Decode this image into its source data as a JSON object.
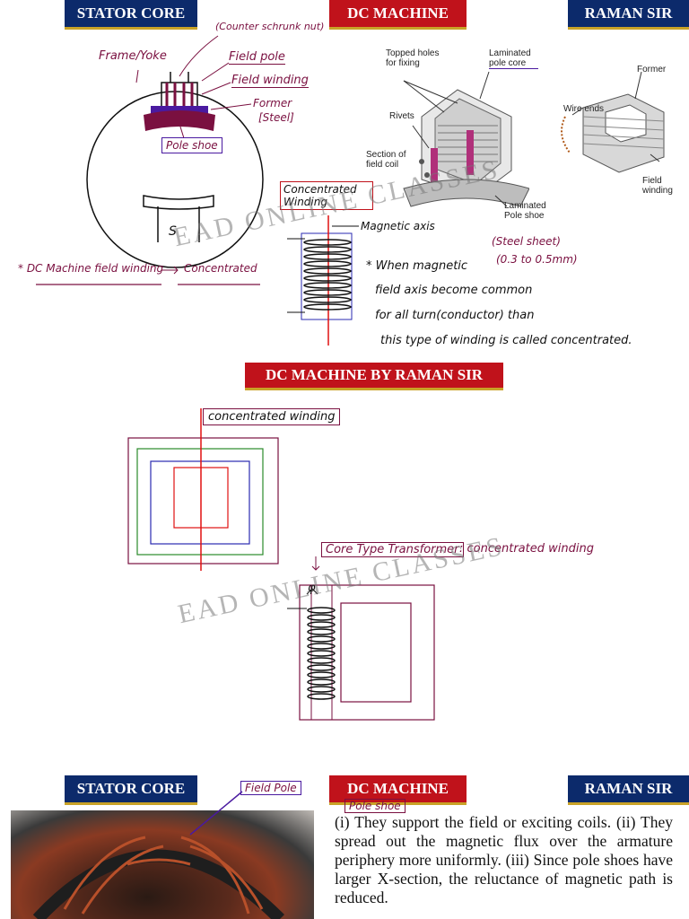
{
  "headers": {
    "top_left": "STATOR CORE",
    "top_mid": "DC MACHINE",
    "top_right": "RAMAN SIR",
    "banner": "DC MACHINE BY RAMAN SIR",
    "bottom_left": "STATOR CORE",
    "bottom_mid": "DC MACHINE",
    "bottom_right": "RAMAN SIR"
  },
  "stator_notes": {
    "counter_nut": "(Counter schrunk nut)",
    "frame_yoke": "Frame/Yoke",
    "field_pole": "Field pole",
    "field_winding": "Field winding",
    "former": "Former",
    "former_material": "[Steel]",
    "pole_shoe": "Pole shoe",
    "s_mark": "S",
    "field_winding_note": "* DC Machine field winding",
    "field_winding_type": "Concentrated"
  },
  "pole_figure": {
    "topped_holes": "Topped holes for fixing",
    "laminated_pole_core": "Laminated pole core",
    "rivets": "Rivets",
    "section_field_coil": "Section of field coil",
    "laminated_pole_shoe": "Laminated Pole shoe",
    "former": "Former",
    "wire_ends": "Wire ends",
    "field_winding": "Field winding"
  },
  "concentrated_notes": {
    "box_label": "Concentrated Winding",
    "magnetic_axis": "Magnetic axis",
    "steel_sheet": "(Steel sheet)",
    "thickness": "(0.3 to 0.5mm)",
    "line1": "* When magnetic",
    "line2": "field axis become common",
    "line3": "for all turn(conductor) than",
    "line4": "this type of winding is called concentrated."
  },
  "middle_notes": {
    "concentrated_winding": "concentrated winding",
    "core_type": "Core Type Transformer",
    "core_type_winding": ": concentrated winding",
    "phi": "φ"
  },
  "bottom_notes": {
    "field_pole": "Field Pole",
    "pole_shoe": "Pole shoe",
    "paragraph": "(i) They support the field or exciting coils. (ii) They spread out the magnetic flux over the armature periphery more uniformly. (iii) Since pole shoes have larger X-section, the reluctance of magnetic path is reduced."
  },
  "watermarks": [
    "EAD ONLINE CLASSES",
    "EAD ONLINE CLASSES"
  ],
  "colors": {
    "navy": "#0c2a6b",
    "red": "#c0121b",
    "ink": "#7a1040",
    "gold": "#c9a227"
  }
}
